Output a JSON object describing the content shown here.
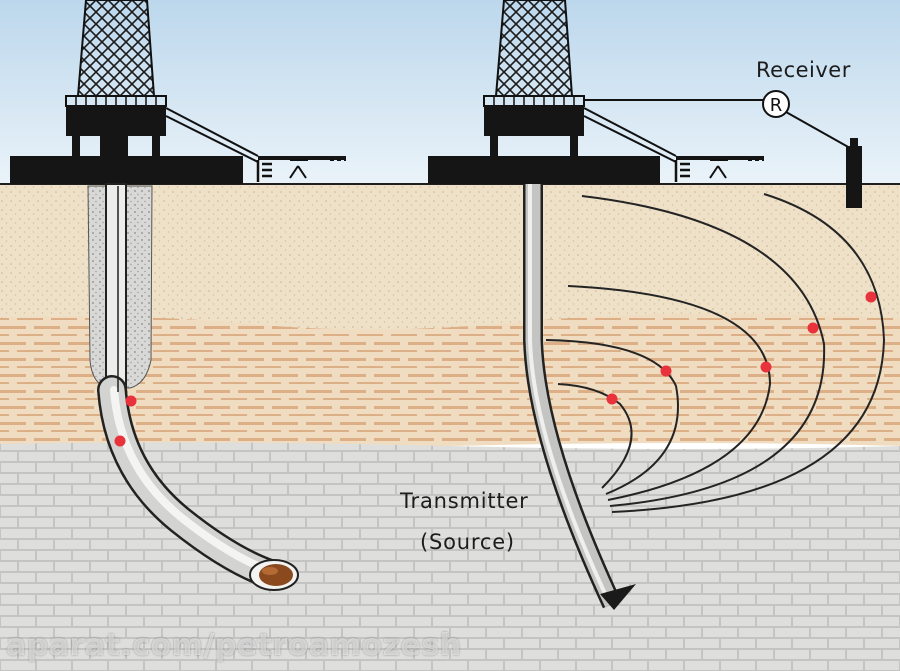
{
  "labels": {
    "receiver": "Receiver",
    "receiver_symbol": "R",
    "transmitter": "Transmitter",
    "source": "(Source)"
  },
  "watermark": "aparat.com/petroamozesh",
  "icons": [
    "drilling-rig-icon",
    "receiver-icon",
    "oil-reservoir-icon"
  ],
  "colors": {
    "sky_top": "#c3dcee",
    "sand": "#efe0c6",
    "shale": "#f0dcc1",
    "limestone": "#c9cac8",
    "marker": "#e8323c",
    "line": "#1e1e1e"
  }
}
